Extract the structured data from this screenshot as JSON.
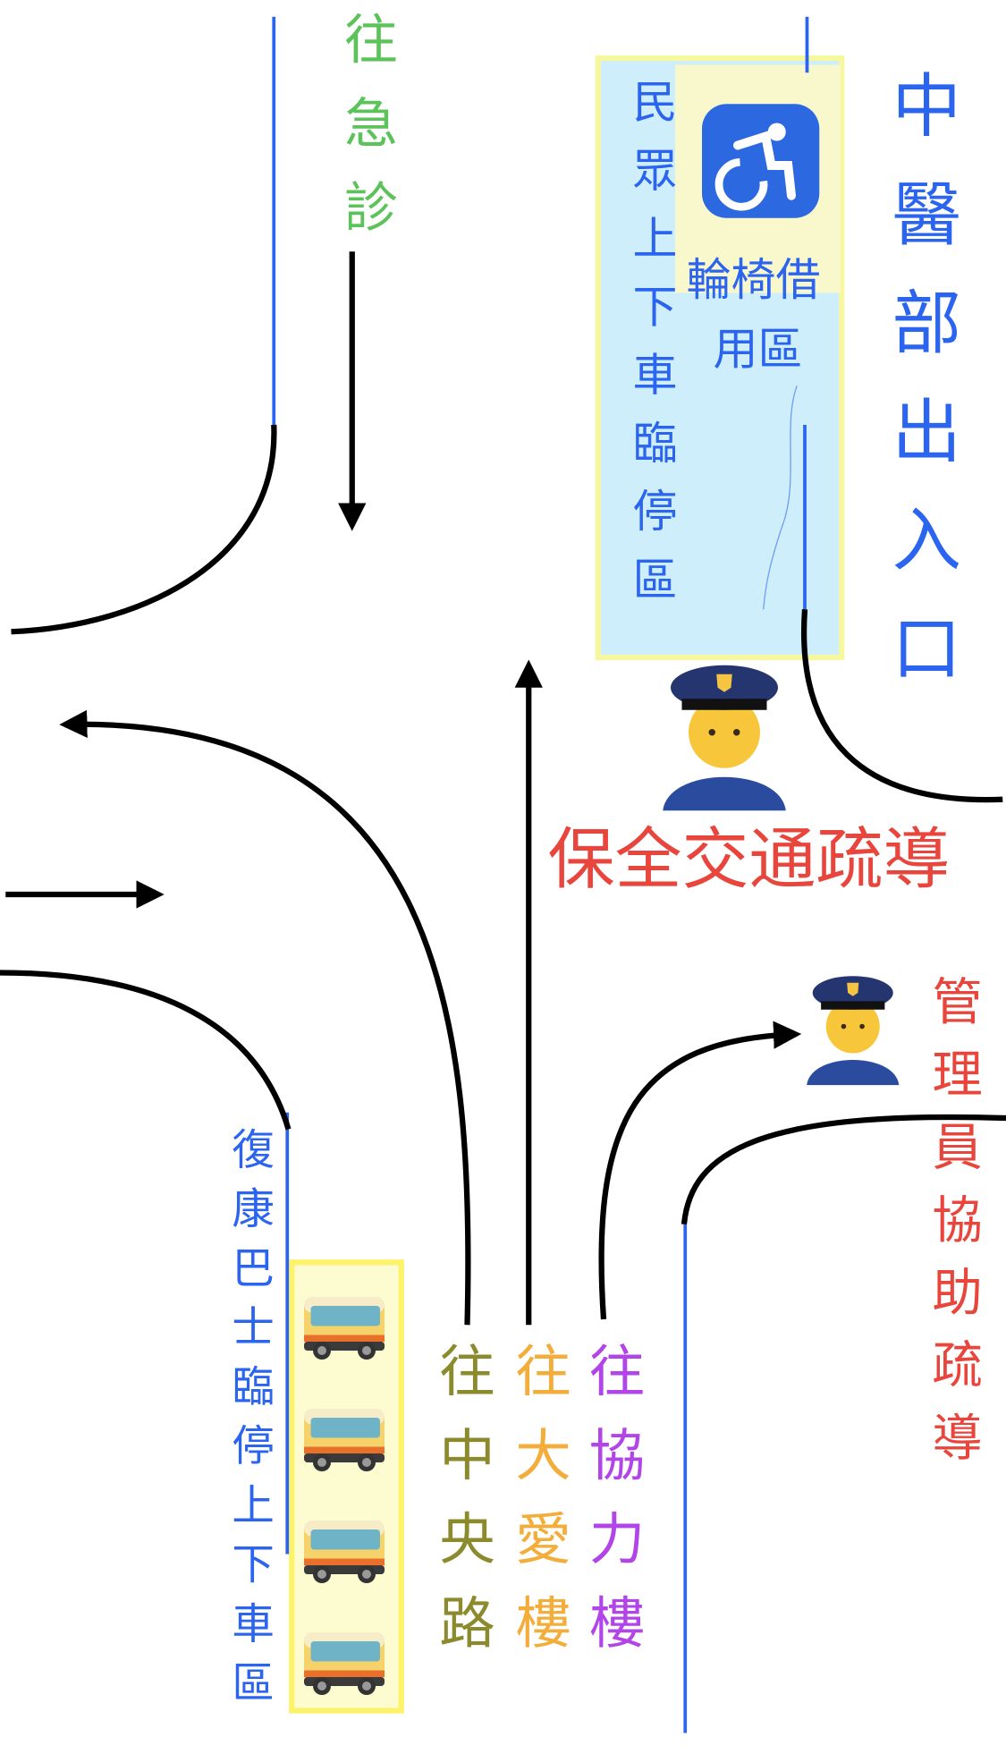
{
  "labels": {
    "to_emergency": "往急診",
    "public_dropoff": "民眾上下車臨停區",
    "wheelchair_line1": "輪椅借",
    "wheelchair_line2": "用區",
    "tcm_entrance": "中醫部出入口",
    "security_traffic": "保全交通疏導",
    "manager_assist": "管理員協助疏導",
    "rehab_bus_zone": "復康巴士臨停上下車區",
    "to_zhongyang_road": "往中央路",
    "to_daai_building": "往大愛樓",
    "to_xieli_building": "往協力樓"
  },
  "icons": [
    "wheelchair-icon",
    "police-officer-icon",
    "bus-icon"
  ],
  "colors": {
    "green": "#5cc35a",
    "blue": "#2b64ee",
    "red": "#e8453c",
    "olive": "#8b8a2c",
    "orange": "#f2ad3a",
    "purple": "#b145e8",
    "zone_blue": "#cdeefa",
    "zone_yellow": "#fdfbd0"
  }
}
